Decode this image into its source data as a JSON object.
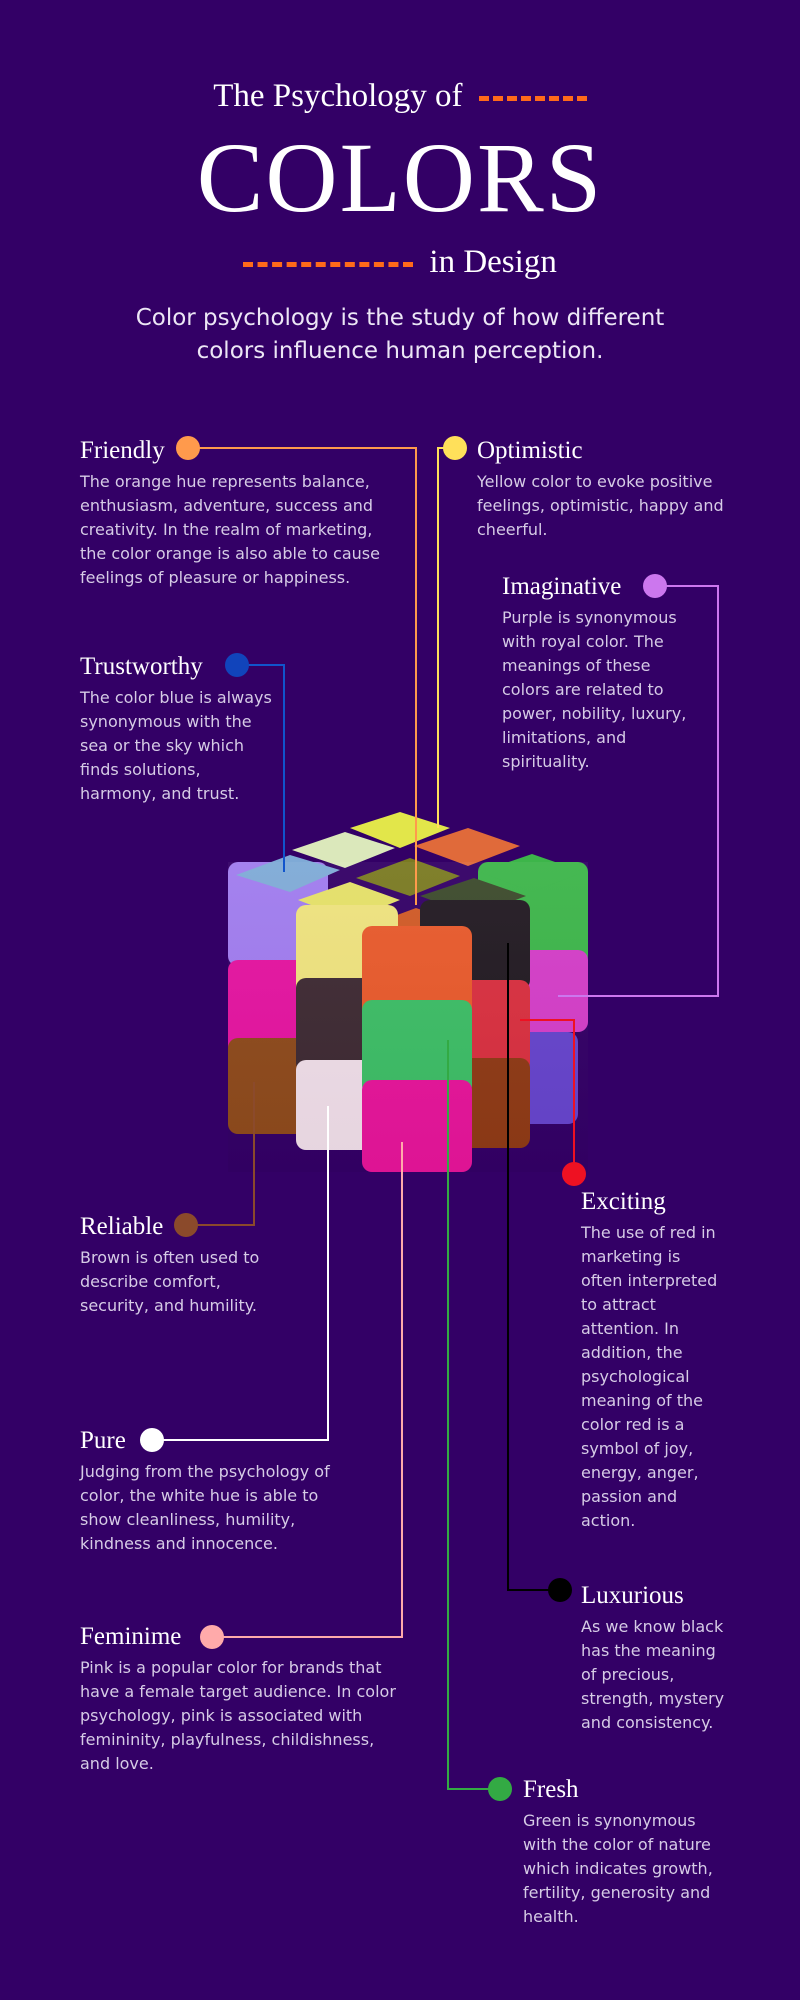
{
  "header": {
    "line1": "The Psychology of",
    "line2": "COLORS",
    "line3": "in Design",
    "subtitle": "Color psychology is the study of how different colors influence human perception."
  },
  "colors": {
    "background": "#330066",
    "accent": "#ff6a1a"
  },
  "items": {
    "friendly": {
      "title": "Friendly",
      "color": "#ff9a4c",
      "description": "The orange hue represents balance, enthusiasm, adventure, success and creativity. In the realm of marketing, the color orange is also able to cause feelings of pleasure or happiness."
    },
    "optimistic": {
      "title": "Optimistic",
      "color": "#ffe05a",
      "description": "Yellow color to evoke positive feelings, optimistic, happy and cheerful."
    },
    "imaginative": {
      "title": "Imaginative",
      "color": "#cc77ee",
      "description": "Purple is synonymous with royal color. The meanings of these colors are related to power, nobility, luxury, limitations, and spirituality."
    },
    "trustworthy": {
      "title": "Trustworthy",
      "color": "#1144bb",
      "description": "The color blue is always synonymous with the sea or the sky which finds solutions, harmony, and trust."
    },
    "reliable": {
      "title": "Reliable",
      "color": "#8b4a2b",
      "description": "Brown is often used to describe comfort, security, and humility."
    },
    "exciting": {
      "title": "Exciting",
      "color": "#ee1122",
      "description": "The use of red in marketing is often interpreted to attract attention. In addition, the psychological meaning of the color red is a symbol of joy, energy, anger, passion and action."
    },
    "pure": {
      "title": "Pure",
      "color": "#ffffff",
      "description": "Judging from the psychology of color, the white hue is able to show cleanliness, humility, kindness and innocence."
    },
    "luxurious": {
      "title": "Luxurious",
      "color": "#000000",
      "description": "As we know black has the meaning of precious, strength, mystery and consistency."
    },
    "feminime": {
      "title": "Feminime",
      "color": "#ffaaaa",
      "description": "Pink is a popular color for brands that have a female target audience. In color psychology, pink is associated with femininity, playfulness, childishness, and love."
    },
    "fresh": {
      "title": "Fresh",
      "color": "#33aa44",
      "description": "Green is synonymous with the color of nature which indicates growth, fertility, generosity and health."
    }
  }
}
